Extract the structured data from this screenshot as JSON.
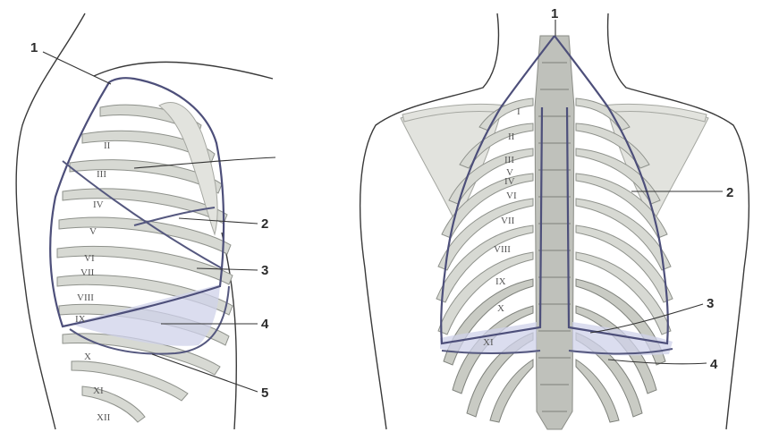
{
  "left_view": {
    "callouts": [
      "1",
      "2",
      "3",
      "4",
      "5"
    ],
    "rib_numerals": [
      "II",
      "III",
      "IV",
      "V",
      "VI",
      "VII",
      "VIII",
      "IX",
      "X",
      "XI",
      "XII"
    ]
  },
  "right_view": {
    "callouts": [
      "1",
      "2",
      "3",
      "4"
    ],
    "rib_numerals": [
      "I",
      "II",
      "III",
      "IV",
      "V",
      "VI",
      "VII",
      "VIII",
      "IX",
      "X",
      "XI"
    ]
  },
  "colors": {
    "lung_outline": "#4d4f7a",
    "rib_fill": "#d7d9d3",
    "pleural_sinus": "#cfd2ea"
  }
}
